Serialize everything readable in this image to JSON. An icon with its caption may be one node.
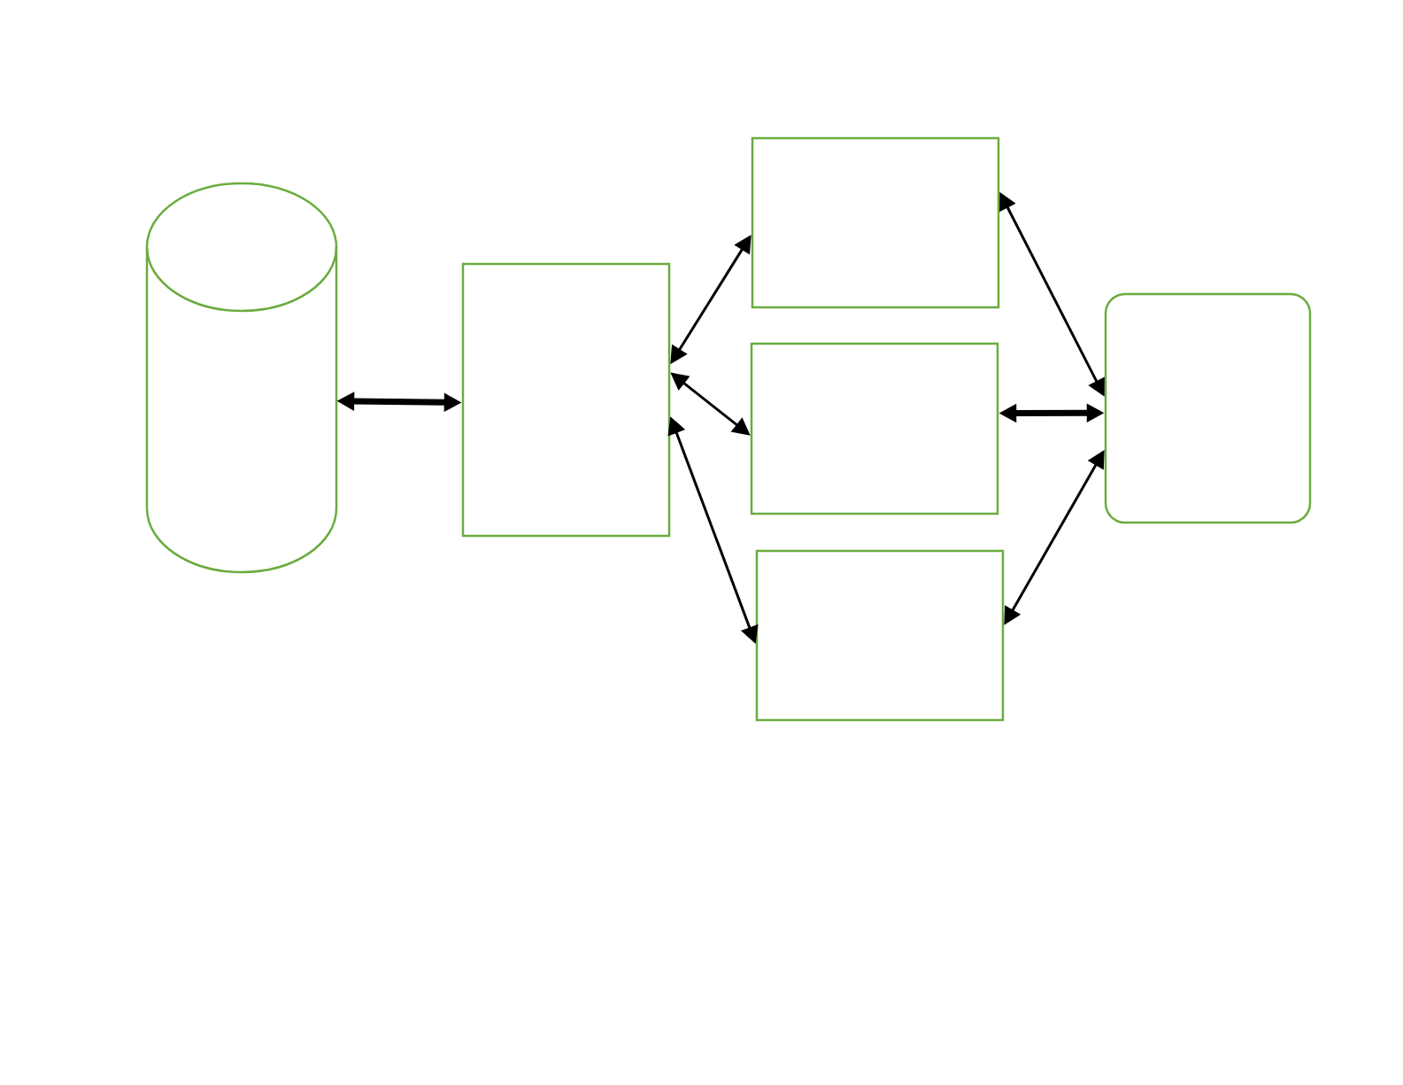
{
  "diagram": {
    "nodes": [
      {
        "text": [],
        "shape": "cylinder"
      },
      {
        "text": [],
        "shape": "box"
      },
      {
        "text": [],
        "shape": "box"
      },
      {
        "text": [],
        "shape": "box"
      },
      {
        "text": [],
        "shape": "box"
      },
      {
        "text": [],
        "shape": "box"
      }
    ],
    "edges": [
      {
        "from": 0,
        "to": 1,
        "arrow": "both",
        "style": "thick"
      },
      {
        "from": 1,
        "to": 2,
        "arrow": "both"
      },
      {
        "from": 1,
        "to": 3,
        "arrow": "both"
      },
      {
        "from": 1,
        "to": 4,
        "arrow": "both"
      },
      {
        "from": 2,
        "to": 5,
        "arrow": "both"
      },
      {
        "from": 3,
        "to": 5,
        "arrow": "both",
        "style": "thick"
      },
      {
        "from": 4,
        "to": 5,
        "arrow": "both"
      }
    ]
  }
}
